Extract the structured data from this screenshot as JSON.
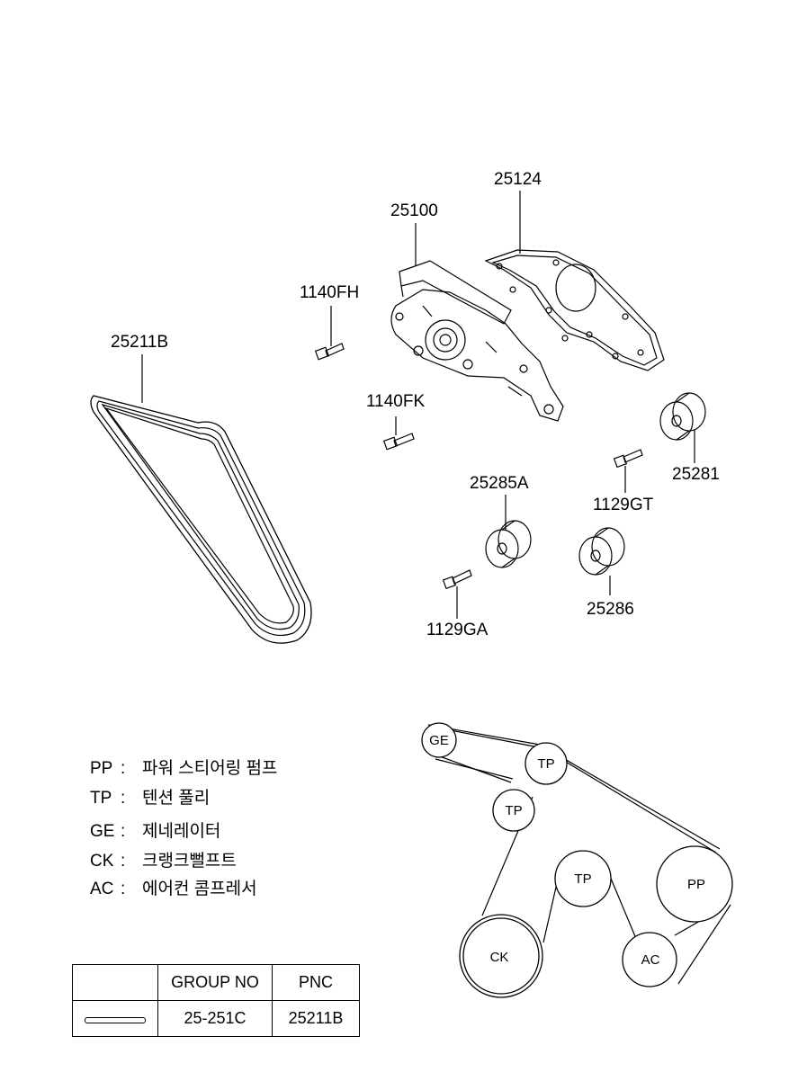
{
  "parts": {
    "p25124": "25124",
    "p25100": "25100",
    "p1140FH": "1140FH",
    "p25211B": "25211B",
    "p1140FK": "1140FK",
    "p25285A": "25285A",
    "p1129GT": "1129GT",
    "p25281": "25281",
    "p25286": "25286",
    "p1129GA": "1129GA"
  },
  "legend": [
    {
      "code": "PP",
      "sep": ":",
      "desc": "파워 스티어링 펌프"
    },
    {
      "code": "TP",
      "sep": ":",
      "desc": "텐션 풀리"
    },
    {
      "code": "GE",
      "sep": ":",
      "desc": "제네레이터"
    },
    {
      "code": "CK",
      "sep": ":",
      "desc": "크랭크뻘프트"
    },
    {
      "code": "AC",
      "sep": ":",
      "desc": "에어컨 콤프레서"
    }
  ],
  "belt_diagram": {
    "ge": "GE",
    "tp1": "TP",
    "tp2": "TP",
    "tp3": "TP",
    "pp": "PP",
    "ck": "CK",
    "ac": "AC"
  },
  "table": {
    "header_group": "GROUP NO",
    "header_pnc": "PNC",
    "group_no": "25-251C",
    "pnc": "25211B"
  }
}
